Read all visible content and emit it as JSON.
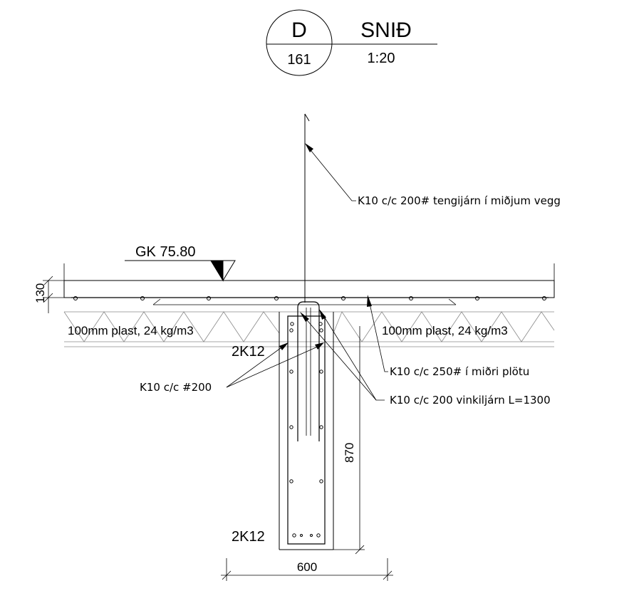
{
  "title_block": {
    "detail_id": "D",
    "sheet_no": "161",
    "title": "SNIÐ",
    "scale": "1:20"
  },
  "level_marker": {
    "label": "GK  75.80"
  },
  "dimensions": {
    "slab_thickness": "130",
    "beam_depth": "870",
    "beam_width": "600"
  },
  "insulation": {
    "left_label": "100mm plast, 24 kg/m3",
    "right_label": "100mm plast, 24 kg/m3"
  },
  "rebar_labels": {
    "top_bars": "2K12",
    "bottom_bars": "2K12"
  },
  "annotations": {
    "wall_dowels": "K10 c/c 200# tengijárn í miðjum vegg",
    "slab_mid": "K10 c/c 250# í miðri plötu",
    "angle_bars": "K10 c/c 200 vinkiljárn L=1300",
    "stirrups": "K10 c/c #200"
  }
}
